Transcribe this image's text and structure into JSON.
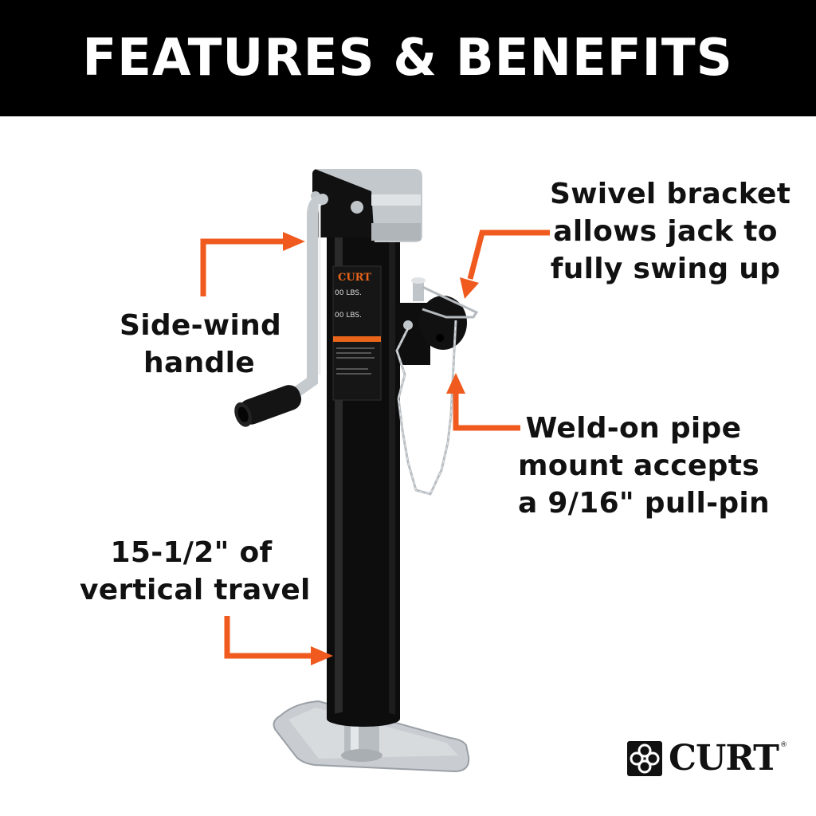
{
  "header": {
    "title": "FEATURES & BENEFITS",
    "background": "#000000",
    "text_color": "#ffffff"
  },
  "callouts": [
    {
      "id": "handle",
      "lines": [
        "Side-wind",
        "handle"
      ]
    },
    {
      "id": "swivel",
      "lines": [
        "Swivel bracket",
        "allows jack to",
        "fully swing up"
      ]
    },
    {
      "id": "mount",
      "lines": [
        "Weld-on pipe",
        "mount accepts",
        "a 9/16\" pull-pin"
      ]
    },
    {
      "id": "travel",
      "lines": [
        "15-1/2\" of",
        "vertical travel"
      ]
    }
  ],
  "product": {
    "name": "side-wind swivel trailer jack",
    "decal_brand": "CURT",
    "decal_lines": [
      "00 LBS.",
      "00 LBS."
    ],
    "colors": {
      "tube": "#0d0d0d",
      "metal": "#b9bec3",
      "decal_accent": "#e8651a"
    }
  },
  "arrows": {
    "color": "#f05a1e"
  },
  "brand": {
    "logo_text": "CURT",
    "registered": "®"
  }
}
